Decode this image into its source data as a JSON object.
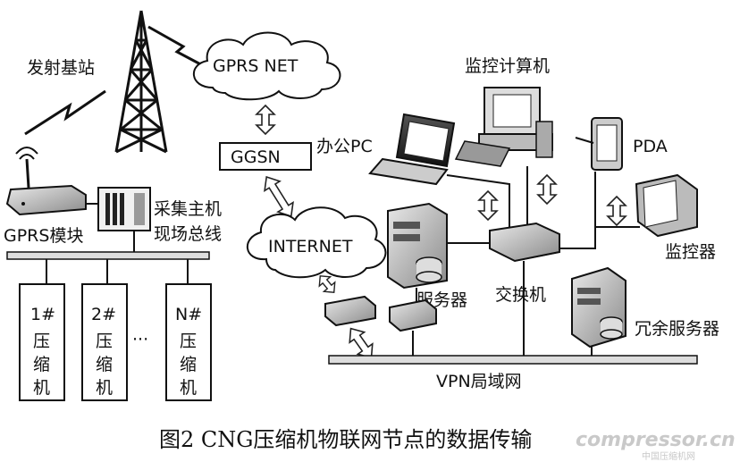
{
  "labels": {
    "base_station": "发射基站",
    "gprs_net": "GPRS NET",
    "ggsn": "GGSN",
    "office_pc": "办公PC",
    "monitor_computer": "监控计算机",
    "pda": "PDA",
    "gprs_module": "GPRS模块",
    "host_line1": "采集主机",
    "host_line2": "现场总线",
    "internet": "INTERNET",
    "monitor_device": "监控器",
    "server": "服务器",
    "switch": "交换机",
    "redundant_server": "冗余服务器",
    "vpn_lan": "VPN局域网",
    "comp1_num": "1#",
    "comp2_num": "2#",
    "compN_num": "N#",
    "comp_char1": "压",
    "comp_char2": "缩",
    "comp_char3": "机",
    "ellipsis": "···"
  },
  "caption": "图2  CNG压缩机物联网节点的数据传输",
  "watermark": {
    "main": "compressor.cn",
    "sub": "中国压缩机网"
  }
}
